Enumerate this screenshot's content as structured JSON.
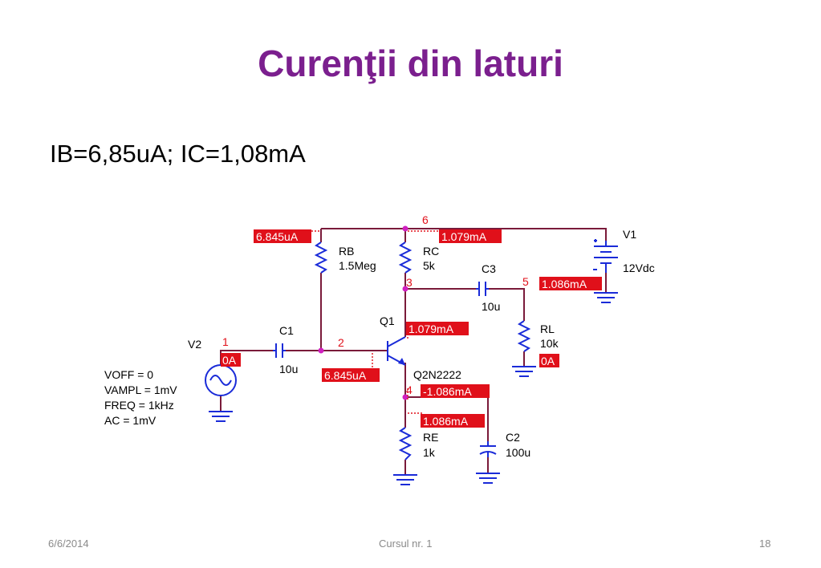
{
  "slide": {
    "title": "Curenţii din laturi",
    "subtitle": "IB=6,85uA; IC=1,08mA",
    "footer_date": "6/6/2014",
    "footer_center": "Cursul nr. 1",
    "footer_page": "18"
  },
  "colors": {
    "title": "#7b1f8e",
    "wire": "#7a1a3a",
    "component": "#1a2bd8",
    "node": "#e0101a",
    "current_box": "#e0101a"
  },
  "circuit": {
    "components": {
      "rb_name": "RB",
      "rb_value": "1.5Meg",
      "rc_name": "RC",
      "rc_value": "5k",
      "c3_name": "C3",
      "c3_value": "10u",
      "v1_name": "V1",
      "v1_value": "12Vdc",
      "c1_name": "C1",
      "c1_value": "10u",
      "v2_name": "V2",
      "q1_name": "Q1",
      "q1_model": "Q2N2222",
      "rl_name": "RL",
      "rl_value": "10k",
      "re_name": "RE",
      "re_value": "1k",
      "c2_name": "C2",
      "c2_value": "100u",
      "v2_params": [
        "VOFF = 0",
        "VAMPL = 1mV",
        "FREQ = 1kHz",
        "AC = 1mV"
      ]
    },
    "nodes": {
      "n1": "1",
      "n2": "2",
      "n3": "3",
      "n4": "4",
      "n5": "5",
      "n6": "6"
    },
    "currents": {
      "rb_top": "6.845uA",
      "rc_top": "1.079mA",
      "v1": "1.086mA",
      "collector": "1.079mA",
      "v2": "0A",
      "base": "6.845uA",
      "emitter": "-1.086mA",
      "re": "1.086mA",
      "rl": "0A"
    }
  }
}
